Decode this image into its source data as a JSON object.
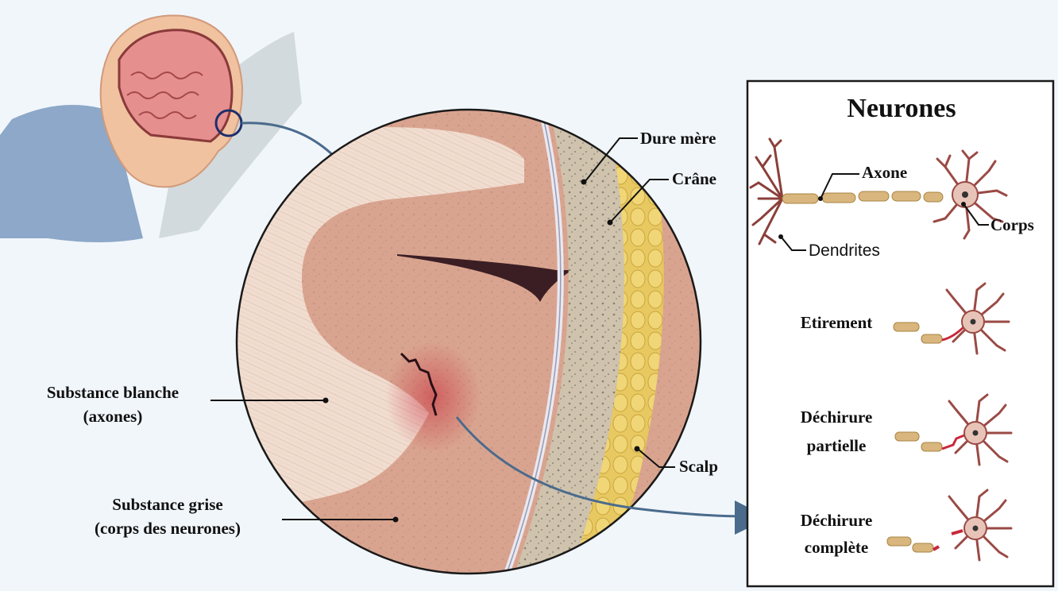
{
  "colors": {
    "background": "#f1f6fb",
    "arrow": "#4a6b8c",
    "tissue_gray_matter": "#d9a48f",
    "tissue_white_matter": "#f1ddd0",
    "skull": "#cfc3ae",
    "scalp": "#e8c860",
    "dura": "#e8e8f2",
    "axon": "#d8b67d",
    "tear_red": "#c8283a"
  },
  "illustration": {
    "left_labels": {
      "white_matter_line1": "Substance blanche",
      "white_matter_line2": "(axones)",
      "gray_matter_line1": "Substance grise",
      "gray_matter_line2": "(corps des neurones)"
    },
    "right_labels": {
      "dura": "Dure mère",
      "skull": "Crâne",
      "scalp": "Scalp"
    }
  },
  "neurons_panel": {
    "title": "Neurones",
    "labels": {
      "axon": "Axone",
      "body": "Corps",
      "dendrites": "Dendrites"
    },
    "states": [
      {
        "line1": "Etirement",
        "line2": ""
      },
      {
        "line1": "Déchirure",
        "line2": "partielle"
      },
      {
        "line1": "Déchirure",
        "line2": "complète"
      }
    ]
  }
}
